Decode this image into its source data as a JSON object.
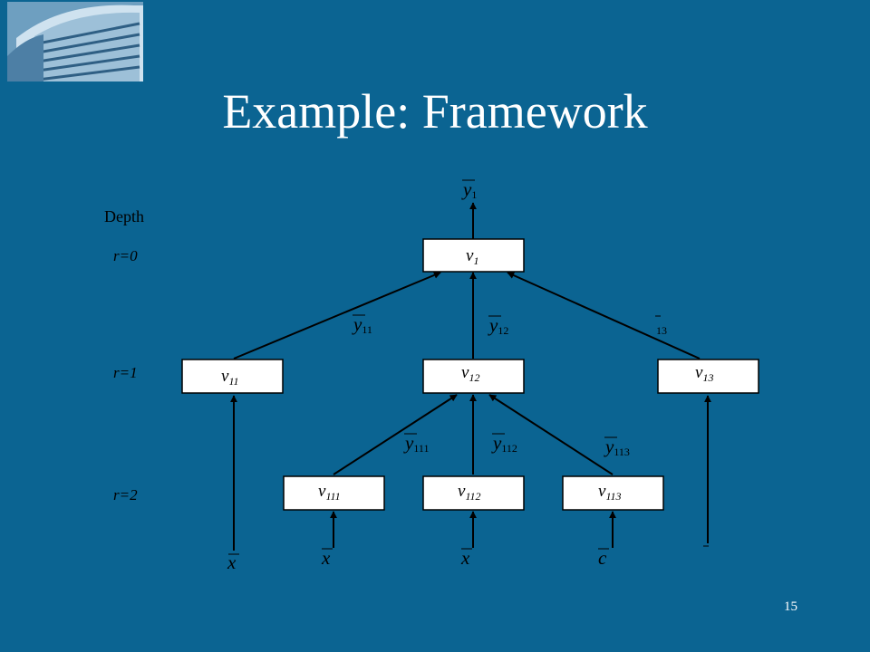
{
  "slide": {
    "title": "Example: Framework",
    "page_number": "15",
    "logo_icon": "building-logo-icon"
  },
  "depth_axis": {
    "title": "Depth",
    "levels": [
      "r=0",
      "r=1",
      "r=2"
    ]
  },
  "nodes": {
    "v1": {
      "base": "v",
      "sub": "1"
    },
    "v11": {
      "base": "v",
      "sub": "11"
    },
    "v12": {
      "base": "v",
      "sub": "12"
    },
    "v13": {
      "base": "v",
      "sub": "13"
    },
    "v111": {
      "base": "v",
      "sub": "111"
    },
    "v112": {
      "base": "v",
      "sub": "112"
    },
    "v113": {
      "base": "v",
      "sub": "113"
    }
  },
  "edge_labels": {
    "y1": {
      "base": "y",
      "sub": "1"
    },
    "y11": {
      "base": "y",
      "sub": "11"
    },
    "y12": {
      "base": "y",
      "sub": "12"
    },
    "y13": {
      "base": "",
      "sub": "13"
    },
    "y111": {
      "base": "y",
      "sub": "111"
    },
    "y112": {
      "base": "y",
      "sub": "112"
    },
    "y113": {
      "base": "y",
      "sub": "113"
    }
  },
  "inputs": {
    "x_v11": "x",
    "x_v111": "x",
    "x_v112": "x",
    "x_v113": "c",
    "x_v13": ""
  },
  "colors": {
    "background": "#0b6492",
    "node_fill": "#ffffff",
    "ink": "#000000"
  }
}
